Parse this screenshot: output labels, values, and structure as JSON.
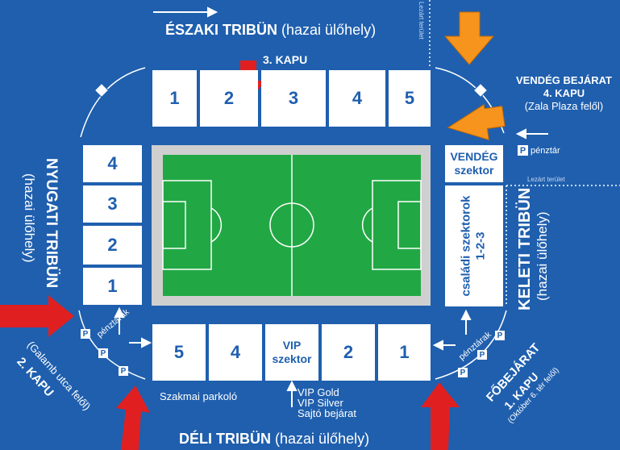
{
  "colors": {
    "background": "#1f5fae",
    "box": "#ffffff",
    "box_text": "#1f5fae",
    "pitch": "#21a844",
    "pitch_border": "#cfcfcf",
    "arrow_red": "#e02020",
    "arrow_orange": "#f7941d"
  },
  "north": {
    "title": "ÉSZAKI TRIBÜN",
    "subtitle": "(hazai ülőhely)",
    "gate": "3. KAPU",
    "sectors": [
      "1",
      "2",
      "3",
      "4",
      "5"
    ],
    "closed_area": "Lezárt terület"
  },
  "south": {
    "title": "DÉLI TRIBÜN",
    "subtitle": "(hazai ülőhely)",
    "sectors": [
      "5",
      "4",
      "VIP szektor",
      "2",
      "1"
    ],
    "vip_line1": "VIP",
    "vip_line2": "szektor",
    "parking": "Szakmai parkoló",
    "vip_entrance": [
      "VIP Gold",
      "VIP Silver",
      "Sajtó bejárat"
    ]
  },
  "west": {
    "title": "NYUGATI TRIBÜN",
    "subtitle": "(hazai ülőhely)",
    "sectors": [
      "4",
      "3",
      "2",
      "1"
    ],
    "gate": "2. KAPU",
    "gate_from": "(Galamb utca felől)",
    "cash": "pénztárak",
    "p": "P"
  },
  "east": {
    "title": "KELETI TRIBÜN",
    "subtitle": "(hazai ülőhely)",
    "guest_sector_line1": "VENDÉG",
    "guest_sector_line2": "szektor",
    "family_line1": "családi szektorok",
    "family_line2": "1-2-3",
    "closed_area": "Lezárt terület",
    "guest_entrance": "VENDÉG BEJÁRAT",
    "guest_gate": "4. KAPU",
    "guest_from": "(Zala Plaza  felől)",
    "cash_single": "pénztár",
    "p": "P"
  },
  "main_entrance": {
    "title": "FŐBEJÁRAT",
    "gate": "1. KAPU",
    "from": "(Október 6. tér felől)",
    "cash": "pénztárak"
  }
}
